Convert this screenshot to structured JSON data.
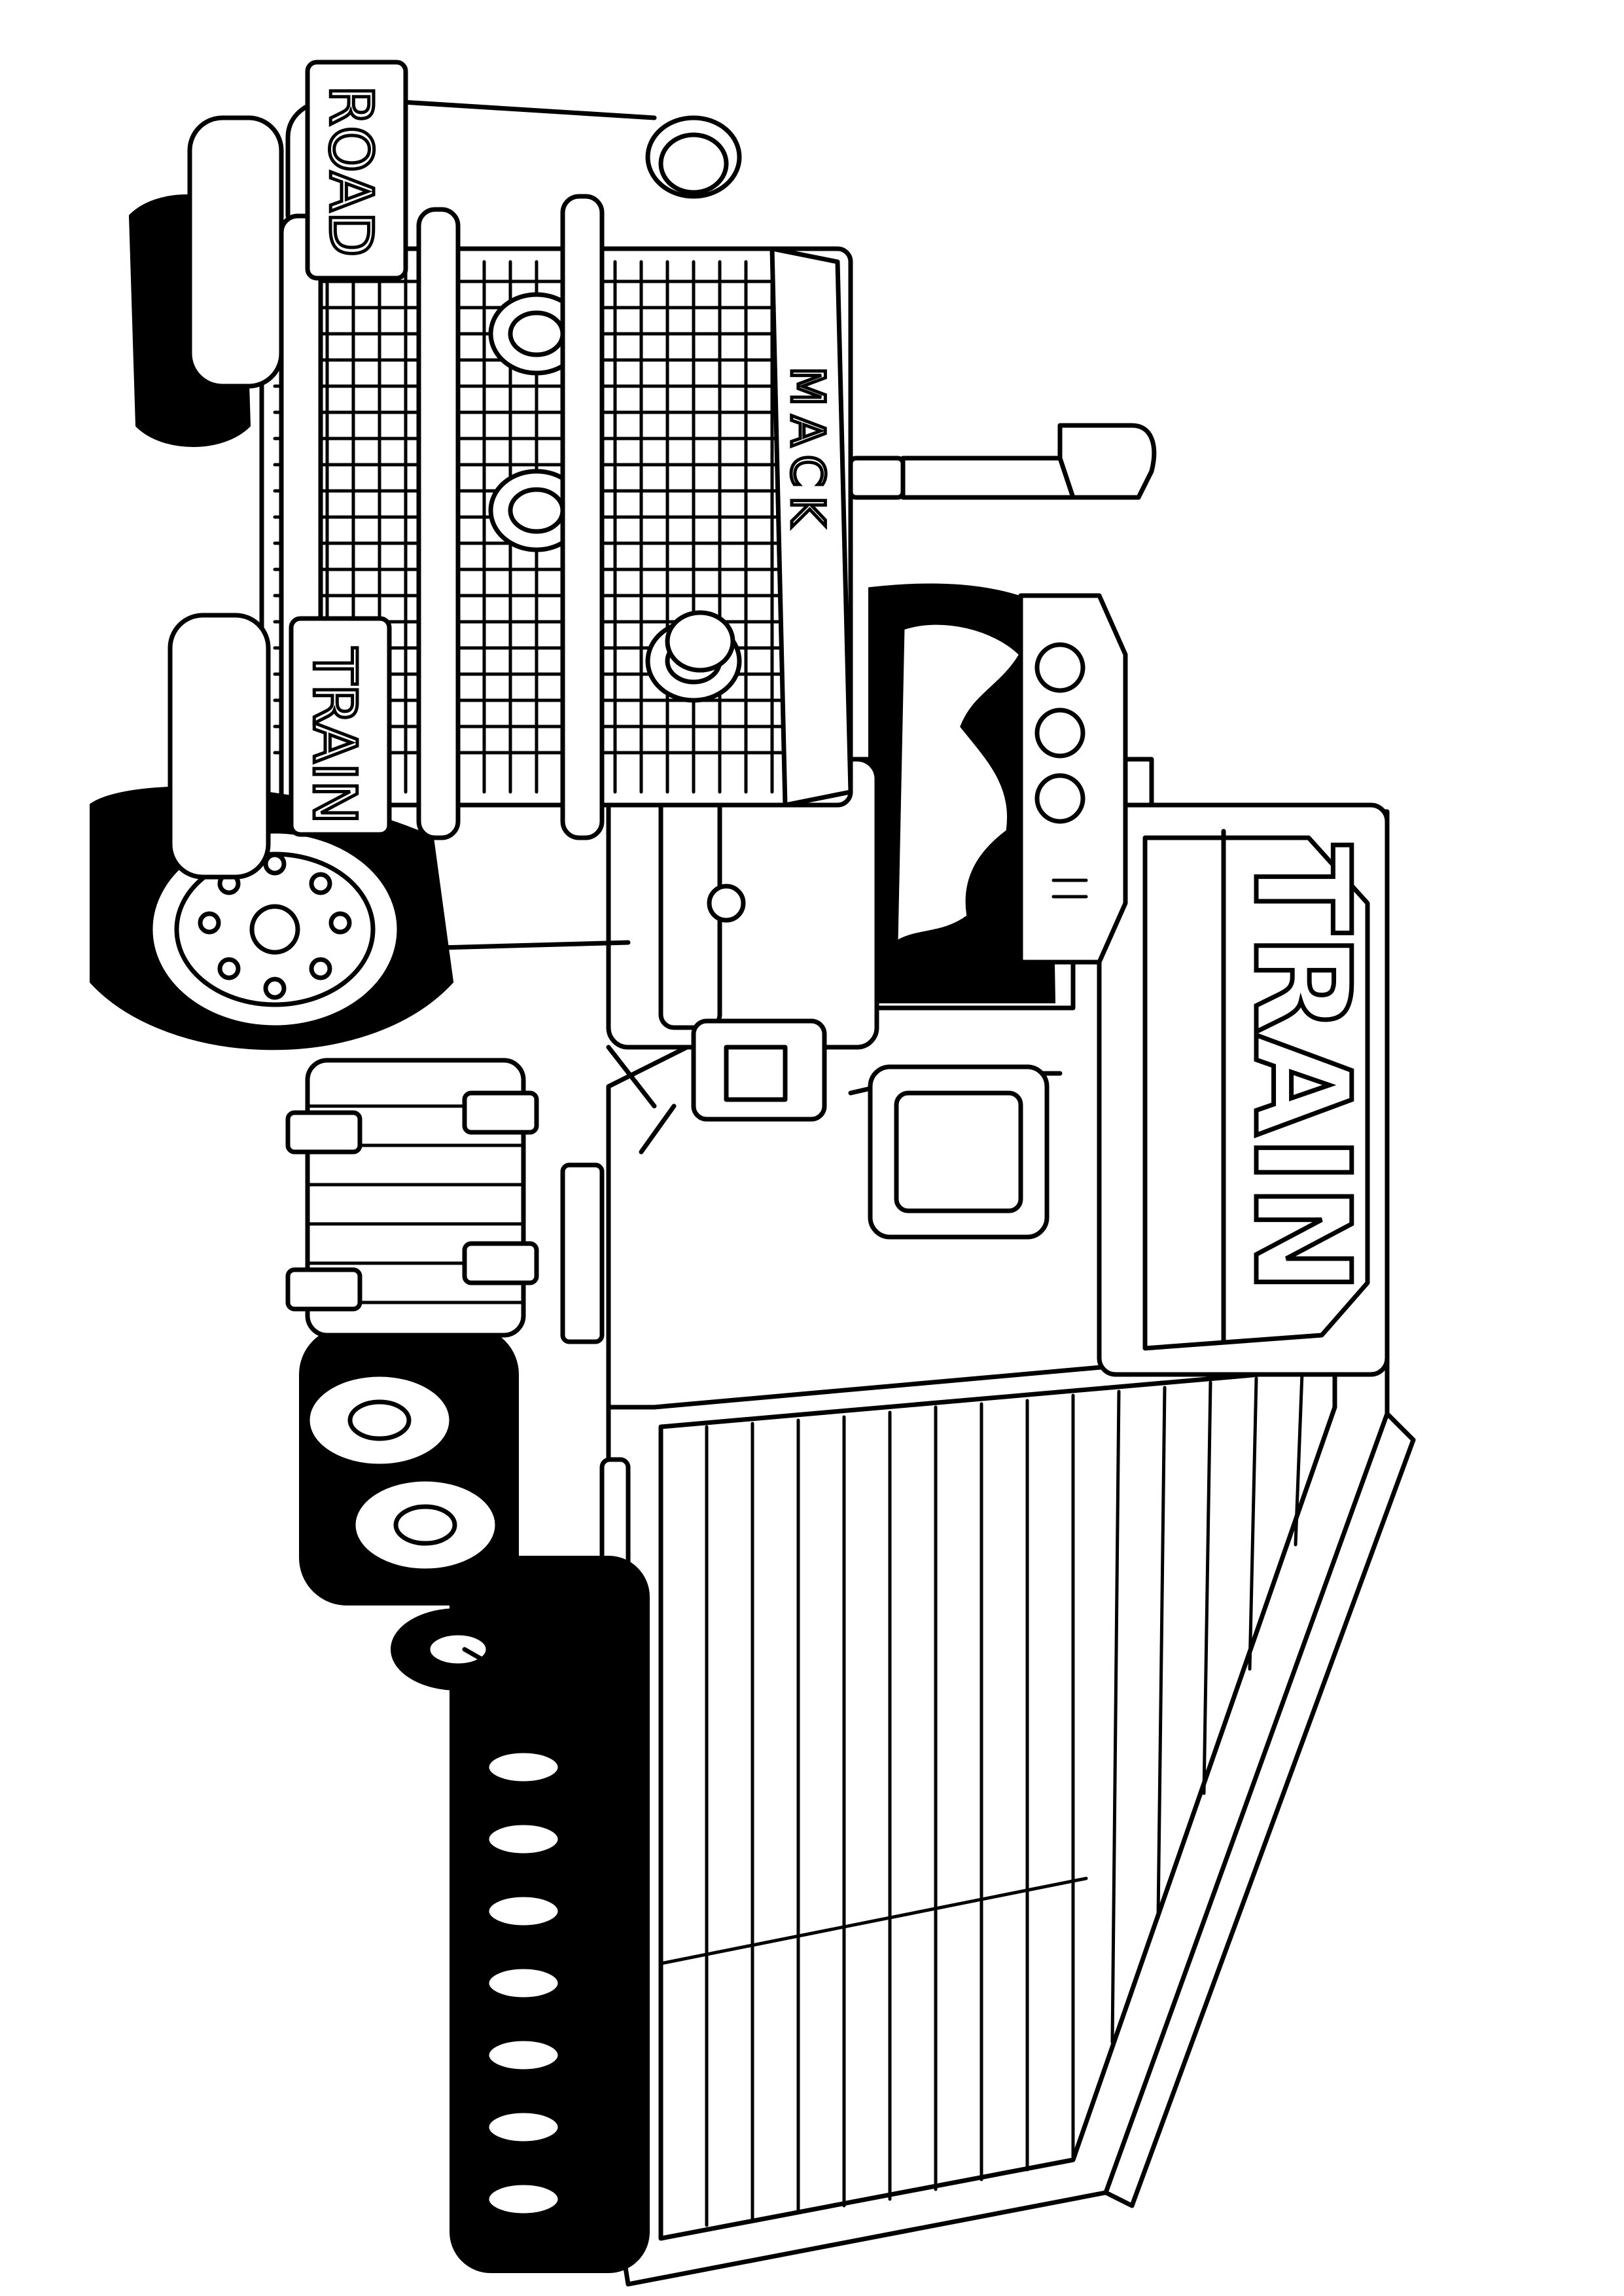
{
  "picture": {
    "sign_top_left": "ROAD",
    "sign_bottom_left": "TRAIN",
    "grille_brand": "MACK",
    "cab_side_text": "TRAIN"
  }
}
